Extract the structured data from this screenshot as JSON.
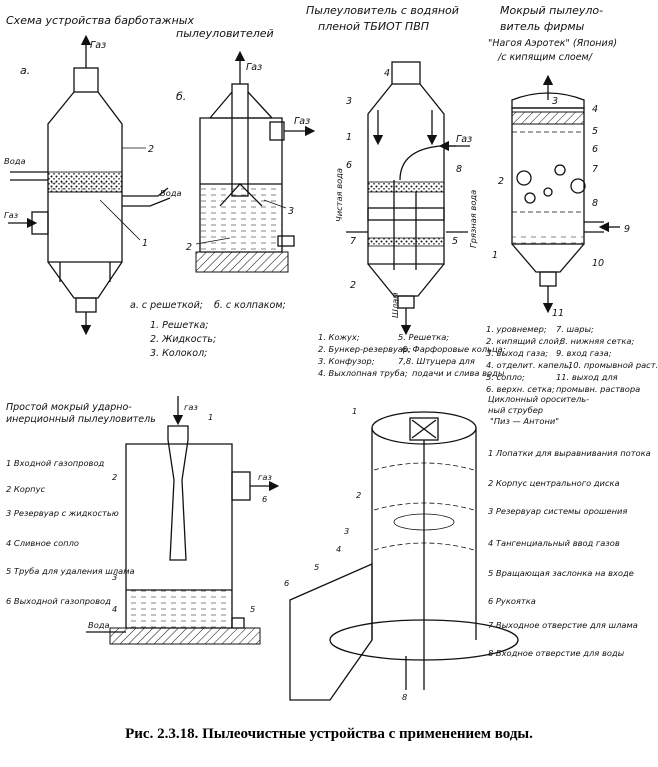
{
  "caption": "Рис. 2.3.18. Пылеочистные устройства с применением воды.",
  "panel_barbotage": {
    "title_line1": "Схема устройства барботажных",
    "title_line2": "пылеуловителей",
    "label_a": "а.",
    "label_b": "б.",
    "gas": "Газ",
    "gas2": "Газ",
    "gas3": "Газ",
    "water": "Вода",
    "water_in_left": "Вода",
    "gas_in_left": "Газ",
    "num_1": "1",
    "num_2": "2",
    "num_2b": "2",
    "num_3": "3",
    "variant_a": "а. с решеткой;",
    "variant_b": "б. с колпаком;",
    "legend": [
      "1. Решетка;",
      "2. Жидкость;",
      "3. Колокол;"
    ]
  },
  "panel_foam": {
    "title_line1": "Пылеуловитель с водяной",
    "title_line2": "пленой ТБИОТ ПВП",
    "gas": "Газ",
    "clean_water": "Чистая вода",
    "dirty_water": "Грязная вода",
    "sludge": "Шлам",
    "numbers": [
      "4",
      "3",
      "1",
      "6",
      "8",
      "7",
      "5",
      "2"
    ],
    "legend": [
      "1. Кожух;",
      "5. Решетка;",
      "2. Бункер-резервуар;",
      "6. Фарфоровые кольца;",
      "3. Конфузор;",
      "7,8. Штуцера для",
      "4. Выхлопная труба;",
      "подачи и слива воды"
    ]
  },
  "panel_wet": {
    "title_line1": "Мокрый пылеуло-",
    "title_line2": "витель фирмы",
    "title_line3": "\"Нагоя Аэротек\" (Япония)",
    "title_line4": "/с кипящим слоем/",
    "numbers": [
      "3",
      "4",
      "5",
      "6",
      "7",
      "2",
      "8",
      "9",
      "1",
      "10",
      "11"
    ],
    "legend": [
      "1. уровнемер;",
      "7. шары;",
      "2. кипящий слой;",
      "8. нижняя сетка;",
      "3. выход газа;",
      "9. вход газа;",
      "4. отделит. капель;",
      "10. промывной раст.",
      "5. сопло;",
      "11. выход для",
      "6. верхн. сетка;",
      "промывн. раствора"
    ]
  },
  "panel_impact": {
    "title_line1": "Простой мокрый ударно-",
    "title_line2": "инерционный пылеуловитель",
    "gas_top": "газ",
    "gas_side": "газ",
    "water": "Вода",
    "numbers": [
      "1",
      "2",
      "3",
      "4",
      "5",
      "6"
    ],
    "legend": [
      "1 Входной газопровод",
      "2 Корпус",
      "3 Резервуар с жидкостью",
      "4 Сливное сопло",
      "5 Труба для удаления шлама",
      "6 Выходной газопровод"
    ]
  },
  "panel_cyclone": {
    "title_line1": "Циклонный ороситель-",
    "title_line2": "ный струбер",
    "title_line3": "\"Пиз — Антони\"",
    "numbers": [
      "1",
      "2",
      "3",
      "4",
      "5",
      "6",
      "8"
    ],
    "legend": [
      "1 Лопатки для выравнивания потока",
      "2 Корпус центрального диска",
      "3 Резервуар системы орошения",
      "4 Тангенциальный ввод газов",
      "5 Вращающая заслонка на входе",
      "6 Рукоятка",
      "7 Выходное отверстие для шлама",
      "8 Входное отверстие для воды"
    ]
  }
}
